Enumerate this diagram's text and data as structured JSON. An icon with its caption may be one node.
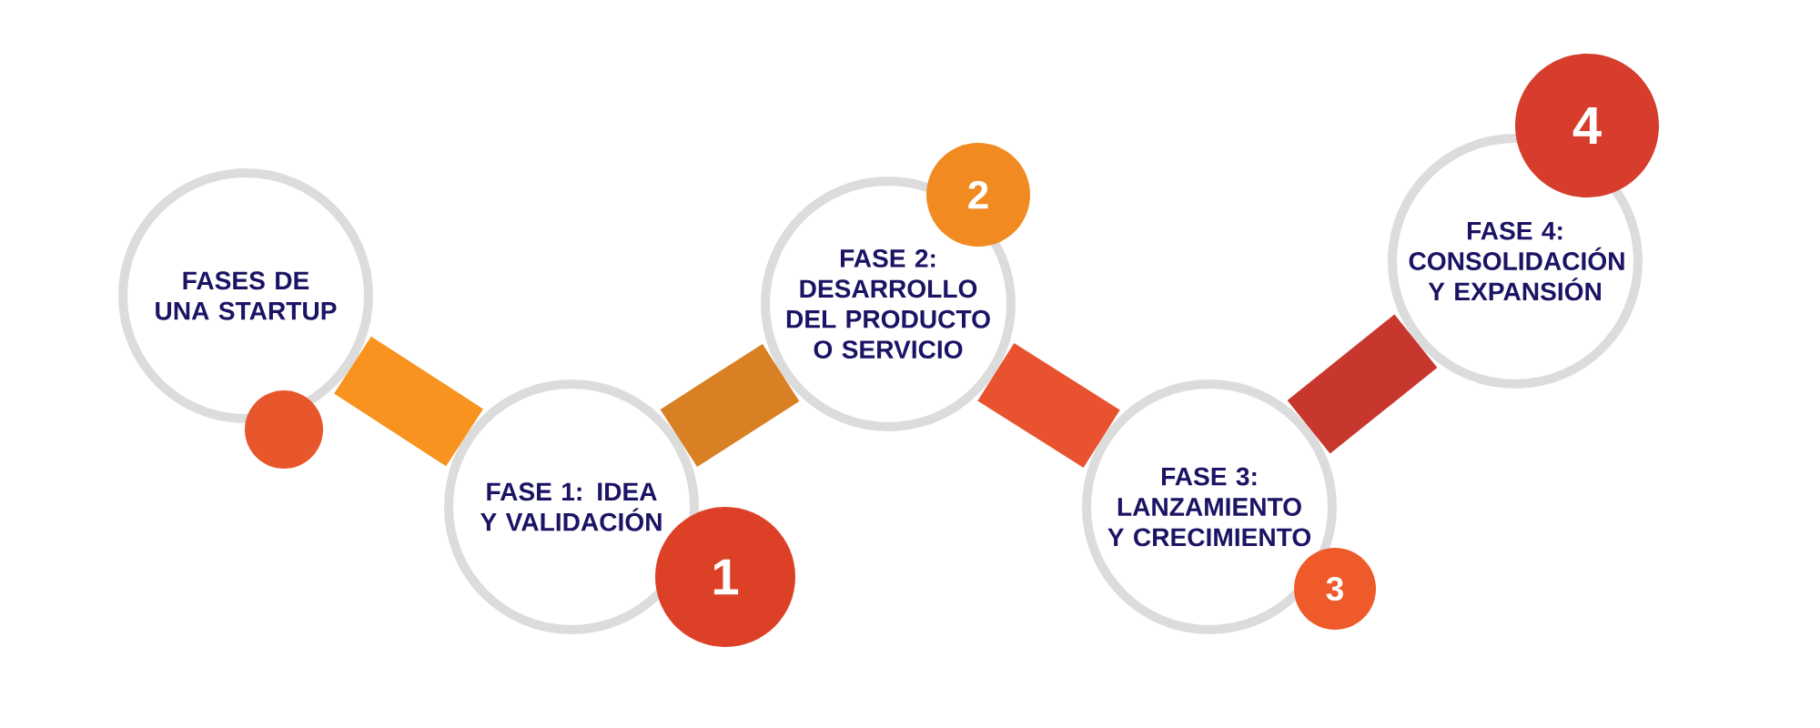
{
  "diagram": {
    "nodes": [
      {
        "text": [
          "FASES DE UNA STARTUP"
        ]
      },
      {
        "text": [],
        "shape": "circle"
      },
      {
        "text": [
          "FASE 1: IDEA Y VALIDACIÓN"
        ]
      },
      {
        "text": [
          "1"
        ]
      },
      {
        "text": [
          "FASE 2: DESARROLLO DEL PRODUCTO O SERVICIO"
        ]
      },
      {
        "text": [
          "2"
        ]
      },
      {
        "text": [
          "FASE 3: LANZAMIENTO Y CRECIMIENTO"
        ]
      },
      {
        "text": [
          "3"
        ]
      },
      {
        "text": [
          "FASE 4: CONSOLIDACIÓN Y EXPANSIÓN"
        ]
      },
      {
        "text": [
          "4"
        ]
      }
    ],
    "edges": [
      {
        "from": 0,
        "to": 2,
        "arrow": "none",
        "color": "#f7931e"
      },
      {
        "from": 2,
        "to": 4,
        "arrow": "none",
        "color": "#d98024"
      },
      {
        "from": 4,
        "to": 6,
        "arrow": "none",
        "color": "#e9522e"
      },
      {
        "from": 6,
        "to": 8,
        "arrow": "none",
        "color": "#c8372d"
      }
    ]
  }
}
